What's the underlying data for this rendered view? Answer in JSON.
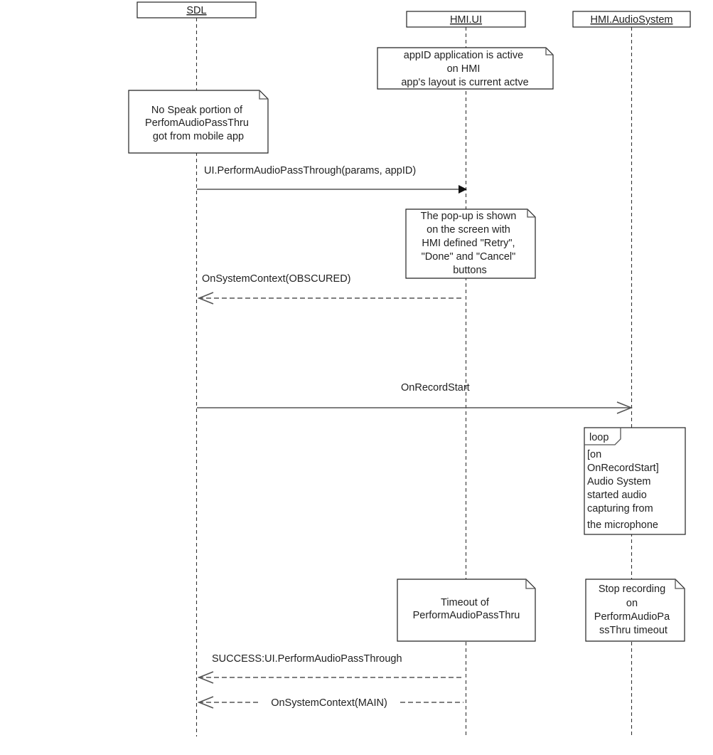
{
  "lifelines": {
    "sdl": "SDL",
    "hmi_ui": "HMI.UI",
    "hmi_audio": "HMI.AudioSystem"
  },
  "notes": {
    "app_active": [
      "appID application is active",
      "on HMI",
      "app's layout is current actve"
    ],
    "no_speak": [
      "No Speak portion of",
      "PerfomAudioPassThru",
      "got from mobile app"
    ],
    "popup": [
      "The pop-up is shown",
      "on the screen with",
      "HMI defined \"Retry\",",
      "\"Done\" and \"Cancel\"",
      "buttons"
    ],
    "timeout": [
      "Timeout of",
      "PerformAudioPassThru"
    ],
    "stop_recording": [
      "Stop recording",
      "on",
      "PerformAudioPa",
      "ssThru timeout"
    ]
  },
  "loop": {
    "tag": "loop",
    "guard": [
      "[on",
      "OnRecordStart]",
      "Audio System",
      "started audio",
      "capturing from",
      "the microphone"
    ]
  },
  "messages": {
    "ui_perform": "UI.PerformAudioPassThrough(params, appID)",
    "on_system_context_obscured": "OnSystemContext(OBSCURED)",
    "on_record_start": "OnRecordStart",
    "success": "SUCCESS:UI.PerformAudioPassThrough",
    "on_system_context_main": "OnSystemContext(MAIN)"
  },
  "colors": {
    "line": "#555555",
    "text": "#222222",
    "background": "#ffffff"
  }
}
